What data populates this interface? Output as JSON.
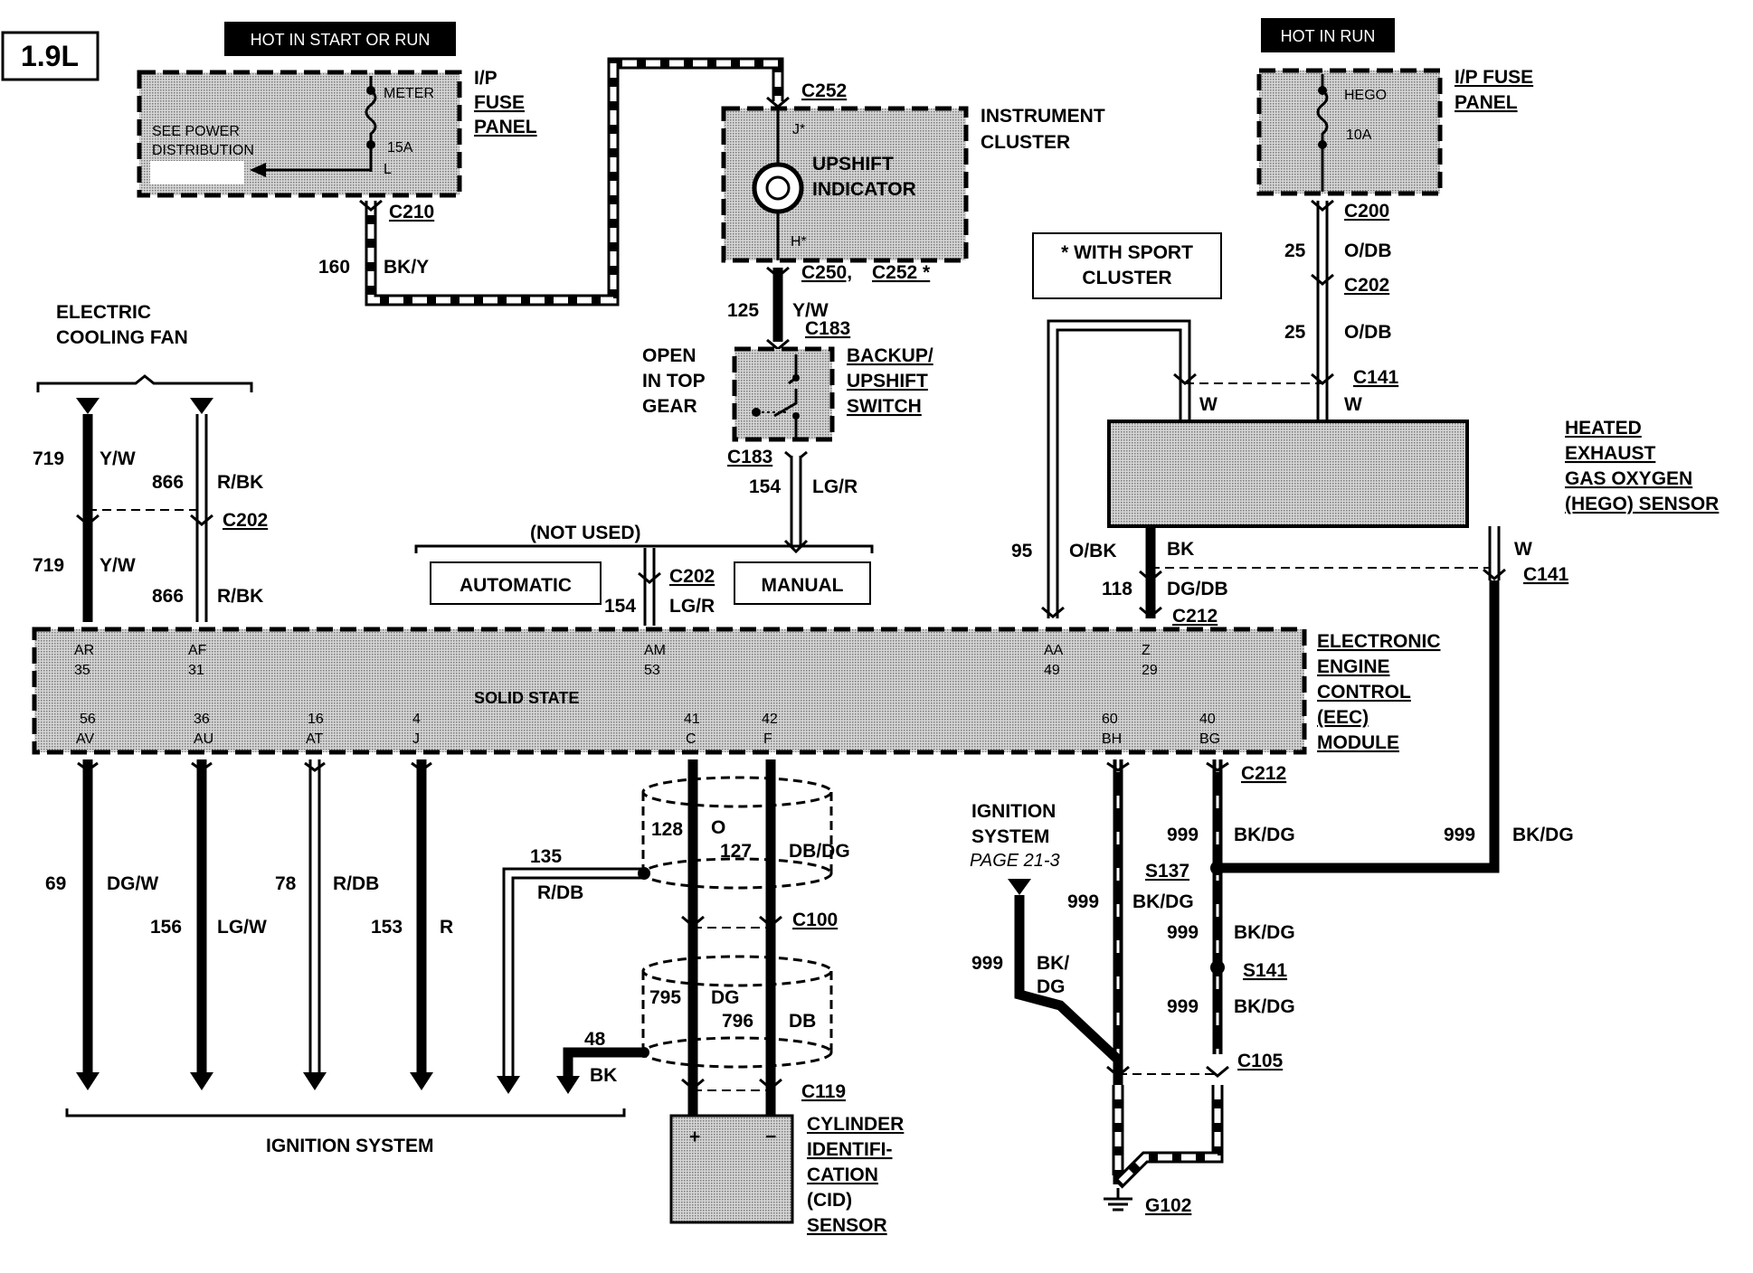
{
  "engine_badge": "1.9L",
  "power_labels": {
    "start_run": "HOT IN START OR RUN",
    "run": "HOT IN RUN"
  },
  "fuse_panel_left": {
    "l1": "I/P",
    "l2": "FUSE",
    "l3": "PANEL",
    "fuse_name": "METER",
    "fuse_rating": "15A",
    "fuse_pin": "L",
    "note_l1": "SEE POWER",
    "note_l2": "DISTRIBUTION"
  },
  "fuse_panel_right": {
    "l1": "I/P FUSE",
    "l2": "PANEL",
    "fuse_name": "HEGO",
    "fuse_rating": "10A"
  },
  "instrument_cluster": {
    "l1": "INSTRUMENT",
    "l2": "CLUSTER",
    "ind1": "UPSHIFT",
    "ind2": "INDICATOR",
    "pin_top": "J*",
    "pin_bot": "H*"
  },
  "sport_note": {
    "l1": "* WITH SPORT",
    "l2": "CLUSTER"
  },
  "backup_switch": {
    "l1": "BACKUP/",
    "l2": "UPSHIFT",
    "l3": "SWITCH",
    "note1": "OPEN",
    "note2": "IN TOP",
    "note3": "GEAR"
  },
  "hego_sensor": {
    "l1": "HEATED",
    "l2": "EXHAUST",
    "l3": "GAS OXYGEN",
    "l4": "(HEGO) SENSOR"
  },
  "eec_module": {
    "l1": "ELECTRONIC",
    "l2": "ENGINE",
    "l3": "CONTROL",
    "l4": "(EEC)",
    "l5": "MODULE",
    "center": "SOLID STATE"
  },
  "eec_pins_top": [
    {
      "id": "AR",
      "num": "35"
    },
    {
      "id": "AF",
      "num": "31"
    },
    {
      "id": "AM",
      "num": "53"
    },
    {
      "id": "AA",
      "num": "49"
    },
    {
      "id": "Z",
      "num": "29"
    }
  ],
  "eec_pins_bottom": [
    {
      "id": "AV",
      "num": "56"
    },
    {
      "id": "AU",
      "num": "36"
    },
    {
      "id": "AT",
      "num": "16"
    },
    {
      "id": "J",
      "num": "4"
    },
    {
      "id": "C",
      "num": "41"
    },
    {
      "id": "F",
      "num": "42"
    },
    {
      "id": "BH",
      "num": "60"
    },
    {
      "id": "BG",
      "num": "40"
    }
  ],
  "cid_sensor": {
    "l1": "CYLINDER",
    "l2": "IDENTIFI-",
    "l3": "CATION",
    "l4": "(CID)",
    "l5": "SENSOR",
    "plus": "+",
    "minus": "−"
  },
  "cooling_fan": {
    "l1": "ELECTRIC",
    "l2": "COOLING FAN"
  },
  "ignition_bottom": "IGNITION SYSTEM",
  "ignition_right": {
    "l1": "IGNITION",
    "l2": "SYSTEM",
    "l3": "PAGE 21-3"
  },
  "trans": {
    "not_used": "(NOT USED)",
    "automatic": "AUTOMATIC",
    "manual": "MANUAL"
  },
  "connectors": {
    "c210": "C210",
    "c252": "C252",
    "c250": "C250,",
    "c252b": "C252 *",
    "c183a": "C183",
    "c183b": "C183",
    "c202a": "C202",
    "c202b": "C202",
    "c202c": "C202",
    "c200": "C200",
    "c141a": "C141",
    "c141b": "C141",
    "c212a": "C212",
    "c212b": "C212",
    "c100": "C100",
    "c119": "C119",
    "c105": "C105",
    "s137": "S137",
    "s141": "S141",
    "g102": "G102"
  },
  "wires": {
    "w160": "160",
    "w160c": "BK/Y",
    "w125": "125",
    "w125c": "Y/W",
    "w154a": "154",
    "w154ac": "LG/R",
    "w154b": "154",
    "w154bc": "LG/R",
    "w25a": "25",
    "w25ac": "O/DB",
    "w25b": "25",
    "w25bc": "O/DB",
    "hego_w1": "W",
    "hego_w2": "W",
    "hego_w3": "W",
    "hego_bk": "BK",
    "w95": "95",
    "w95c": "O/BK",
    "w118": "118",
    "w118c": "DG/DB",
    "w719a": "719",
    "w719ac": "Y/W",
    "w719b": "719",
    "w719bc": "Y/W",
    "w866a": "866",
    "w866ac": "R/BK",
    "w866b": "866",
    "w866bc": "R/BK",
    "w69": "69",
    "w69c": "DG/W",
    "w156": "156",
    "w156c": "LG/W",
    "w78": "78",
    "w78c": "R/DB",
    "w153": "153",
    "w153c": "R",
    "w135": "135",
    "w135c": "R/DB",
    "w128": "128",
    "w128c": "O",
    "w127": "127",
    "w127c": "DB/DG",
    "w795": "795",
    "w795c": "DG",
    "w796": "796",
    "w796c": "DB",
    "w48": "48",
    "w48c": "BK",
    "w999a": "999",
    "w999ac": "BK/DG",
    "w999b": "999",
    "w999bc": "BK/DG",
    "w999c": "999",
    "w999cc": "BK/DG",
    "w999d": "999",
    "w999dc": "BK/DG",
    "w999e": "999",
    "w999ec": "BK/DG",
    "w999f": "999",
    "w999fc1": "BK/",
    "w999fc2": "DG"
  }
}
